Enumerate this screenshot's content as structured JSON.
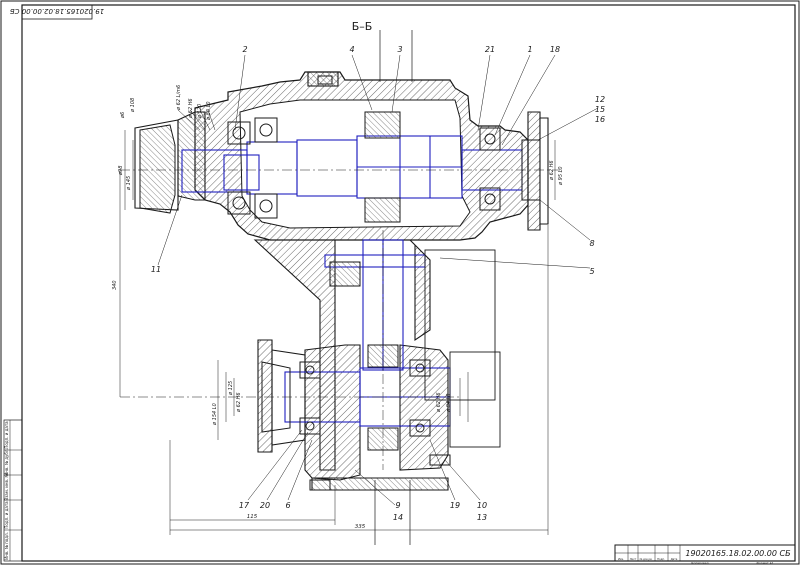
{
  "drawing": {
    "section_label": "Б–Б",
    "corner_stamp": "19.020165.18.02.00.00 СБ",
    "title_block": {
      "designation": "19020165.18.02.00.00 СБ",
      "small_labels": [
        "Изм.",
        "Лист",
        "№ докум.",
        "Подп.",
        "Дата",
        "Копировал",
        "Формат A1"
      ]
    },
    "left_margin_labels": [
      "Инв. № подл.",
      "Подп. и дата",
      "Взам. инв. №",
      "Инв. № дубл.",
      "Подп. и дата"
    ]
  },
  "callouts": {
    "c2": "2",
    "c4": "4",
    "c3": "3",
    "c21": "21",
    "c1": "1",
    "c18": "18",
    "c12": "12",
    "c15": "15",
    "c16": "16",
    "c8": "8",
    "c5": "5",
    "c11": "11",
    "c17": "17",
    "c20": "20",
    "c6": "6",
    "c9": "9",
    "c14": "14",
    "c19": "19",
    "c10": "10",
    "c13": "13"
  },
  "dimensions": {
    "d1": "ø6",
    "d2": "ø 108",
    "d3": "ø98",
    "d4": "ø 145",
    "d5": "ø 62 L/m6",
    "d6": "ø 62 H6",
    "d7": "ø 120",
    "d8": "ø 80 L0",
    "d9": "ø 62 H6",
    "d10": "ø 95 L0",
    "d11": "340",
    "d12": "ø 125",
    "d13": "ø 62 H6",
    "d14": "ø 154 L0",
    "d15": "ø 62 H6",
    "d16": "ø 84 L0",
    "d17": "115",
    "d18": "335"
  },
  "colors": {
    "line": "#1a1a1a",
    "shaft": "#1f1fbf",
    "hatch": "#444444",
    "paper": "#ffffff"
  }
}
